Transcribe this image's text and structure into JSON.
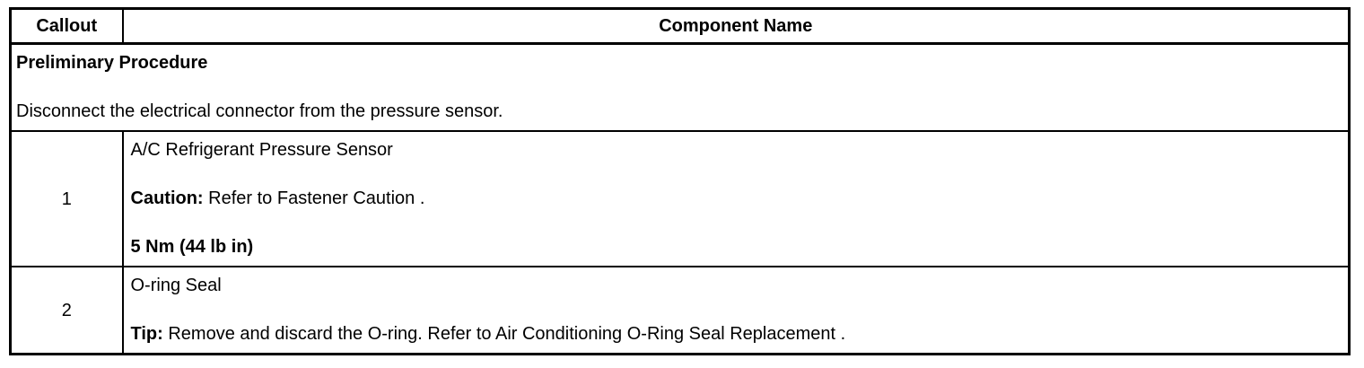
{
  "table": {
    "header": {
      "callout": "Callout",
      "component_name": "Component Name"
    },
    "preliminary": {
      "title": "Preliminary Procedure",
      "text": "Disconnect the electrical connector from the pressure sensor."
    },
    "rows": [
      {
        "callout": "1",
        "lines": [
          {
            "label": "",
            "text": "A/C Refrigerant Pressure Sensor",
            "bold": false
          },
          {
            "label": "Caution:",
            "text": " Refer to Fastener Caution .",
            "bold": false
          },
          {
            "label": "",
            "text": "5 Nm (44 lb in)",
            "bold": true
          }
        ]
      },
      {
        "callout": "2",
        "lines": [
          {
            "label": "",
            "text": "O-ring Seal",
            "bold": false
          },
          {
            "label": "Tip:",
            "text": " Remove and discard the O-ring. Refer to Air Conditioning O-Ring Seal Replacement .",
            "bold": false
          }
        ]
      }
    ]
  }
}
